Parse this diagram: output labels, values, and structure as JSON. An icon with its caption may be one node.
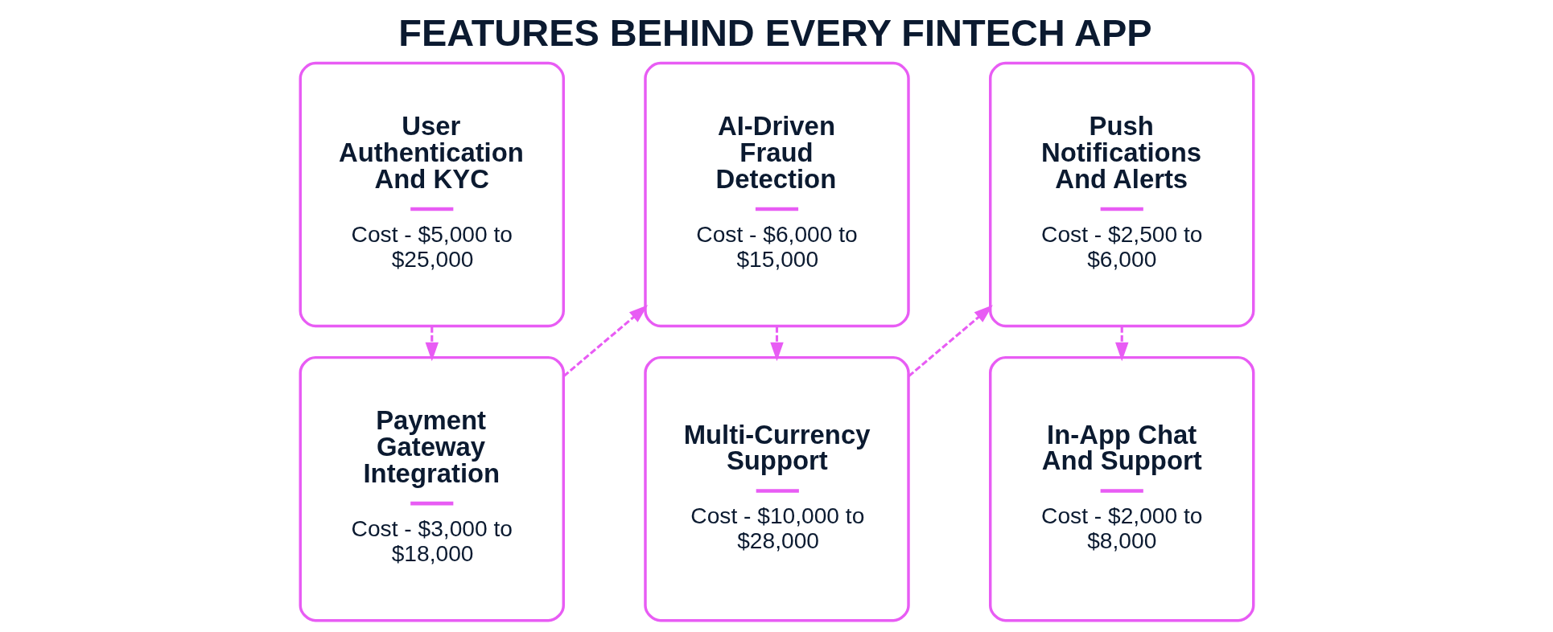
{
  "diagram": {
    "title": "FEATURES BEHIND EVERY FINTECH APP",
    "nodes": [
      {
        "text": [
          "User Authentication And KYC",
          "Cost - $5,000 to $25,000"
        ]
      },
      {
        "text": [
          "Payment Gateway Integration",
          "Cost - $3,000 to $18,000"
        ]
      },
      {
        "text": [
          "AI-Driven Fraud Detection",
          "Cost - $6,000 to $15,000"
        ]
      },
      {
        "text": [
          "Multi-Currency Support",
          "Cost - $10,000 to $28,000"
        ]
      },
      {
        "text": [
          "Push Notifications And Alerts",
          "Cost - $2,500 to $6,000"
        ]
      },
      {
        "text": [
          "In-App Chat And Support",
          "Cost - $2,000 to $8,000"
        ]
      }
    ],
    "edges": [
      {
        "from": 0,
        "to": 1,
        "arrow": "to",
        "style": "dashed"
      },
      {
        "from": 1,
        "to": 2,
        "arrow": "to",
        "style": "dashed"
      },
      {
        "from": 2,
        "to": 3,
        "arrow": "to",
        "style": "dashed"
      },
      {
        "from": 3,
        "to": 4,
        "arrow": "to",
        "style": "dashed"
      },
      {
        "from": 4,
        "to": 5,
        "arrow": "to",
        "style": "dashed"
      }
    ]
  }
}
